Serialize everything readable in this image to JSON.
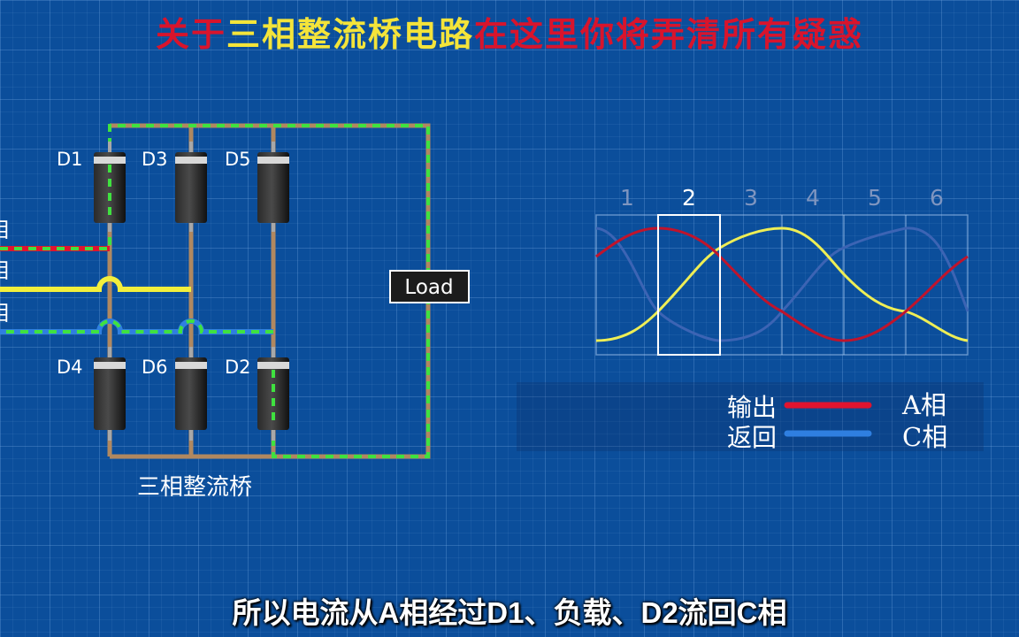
{
  "title": {
    "part1": "关于",
    "part2": "三相整流桥电路",
    "part3": "在这里你将弄清所有疑惑",
    "colors": {
      "red": "#d8142c",
      "yellow": "#f4e43a"
    }
  },
  "circuit": {
    "diodes": [
      "D1",
      "D3",
      "D5",
      "D4",
      "D6",
      "D2"
    ],
    "phase_labels": [
      "相",
      "相",
      "相"
    ],
    "load_label": "Load",
    "bridge_label": "三相整流桥",
    "colors": {
      "phase_a": "#e0142f",
      "phase_b": "#f2ef3c",
      "phase_c": "#2f7fe0",
      "wire": "#b08860",
      "current": "#3fe23f"
    }
  },
  "waveform": {
    "segments": [
      "1",
      "2",
      "3",
      "4",
      "5",
      "6"
    ],
    "highlighted_segment": "2",
    "legend": {
      "output_label": "输出",
      "return_label": "返回",
      "phase_a_label": "A相",
      "phase_c_label": "C相"
    },
    "colors": {
      "a": "#c0142c",
      "b": "#eeee55",
      "c": "#3c64b4",
      "legend_c": "#2f7fe0"
    }
  },
  "subtitle": "所以电流从A相经过D1、负载、D2流回C相"
}
